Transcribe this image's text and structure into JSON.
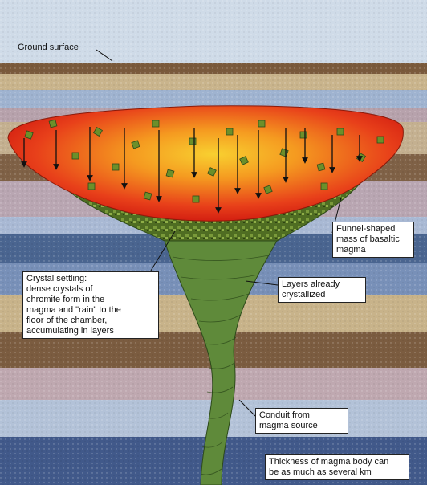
{
  "labels": {
    "ground_surface": "Ground surface",
    "crystal_settling": "Crystal settling:\ndense crystals of\nchromite form in the\nmagma and \"rain\" to the\nfloor of the chamber,\naccumulating in layers",
    "funnel": "Funnel-shaped\nmass of basaltic\nmagma",
    "layers": "Layers already\ncrystallized",
    "conduit": "Conduit from\nmagma source",
    "thickness": "Thickness of magma body can\nbe as much as several km"
  },
  "colors": {
    "sky": "#cfdbe8",
    "strata_brown": "#7a5a3c",
    "strata_blue": "#4a6590",
    "strata_tan": "#c9b48c",
    "strata_lightblue": "#9fb3d0",
    "strata_pinkish": "#b7a2ac",
    "magma_red": "#e02010",
    "magma_orange": "#f07010",
    "magma_yellow": "#f8d030",
    "crystal_green": "#5a7a28",
    "conduit_green": "#5f8a3a"
  }
}
